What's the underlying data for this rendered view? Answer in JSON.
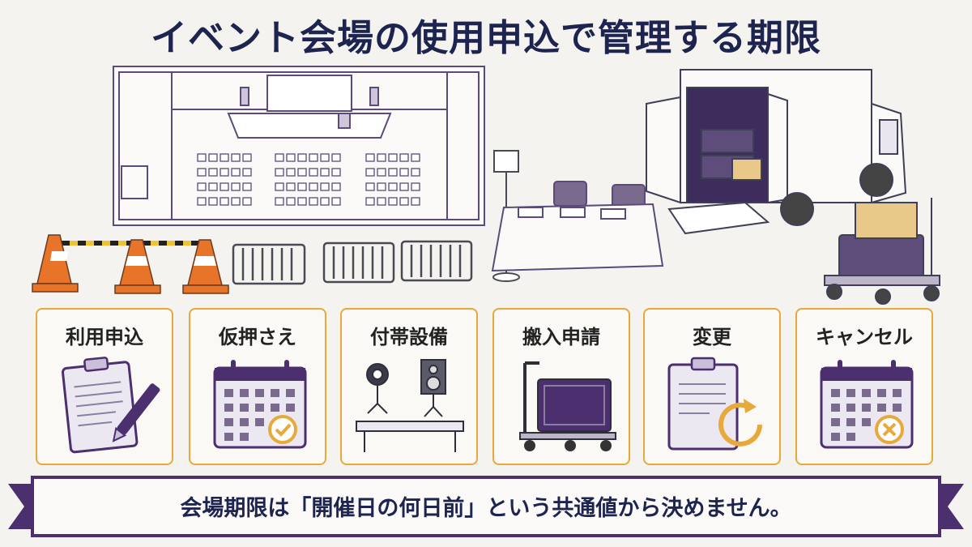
{
  "title": "イベント会場の使用申込で管理する期限",
  "cards": [
    {
      "label": "利用申込",
      "icon": "clipboard-pen-icon"
    },
    {
      "label": "仮押さえ",
      "icon": "calendar-check-icon"
    },
    {
      "label": "付帯設備",
      "icon": "equipment-icon"
    },
    {
      "label": "搬入申請",
      "icon": "cart-case-icon"
    },
    {
      "label": "変更",
      "icon": "clipboard-refresh-icon"
    },
    {
      "label": "キャンセル",
      "icon": "calendar-cancel-icon"
    }
  ],
  "banner": "会場期限は「開催日の何日前」という共通値から決めません。",
  "colors": {
    "accent": "#e7a93a",
    "purple": "#4b2f6e",
    "navy": "#1e2450"
  }
}
